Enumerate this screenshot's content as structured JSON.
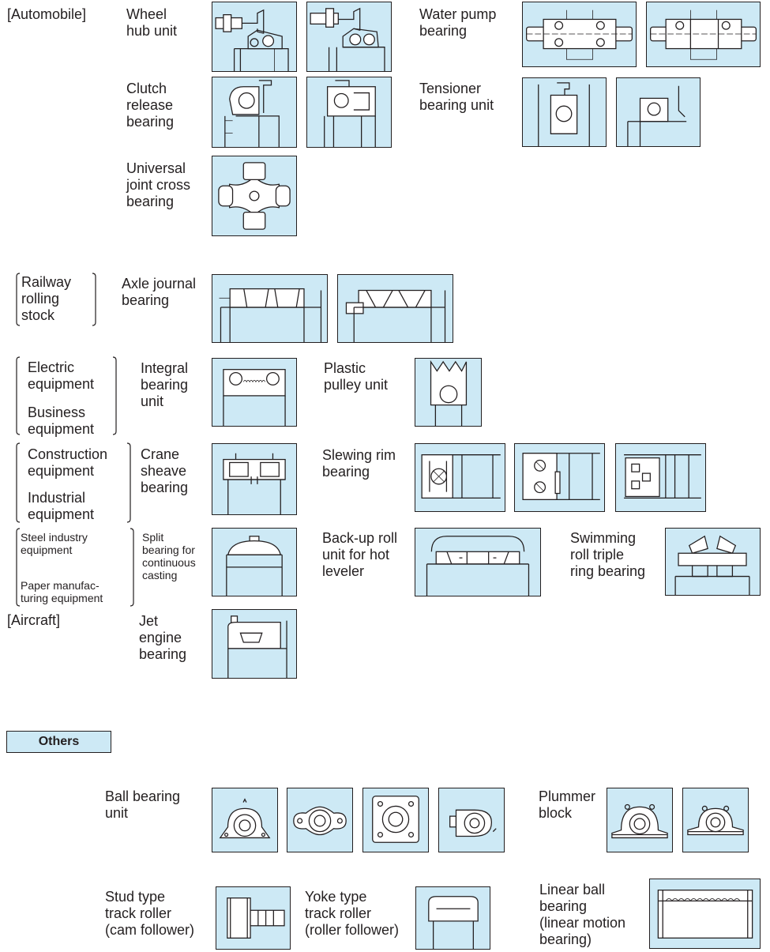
{
  "categories": {
    "automobile": "[Automobile]",
    "railway": "Railway\nrolling\nstock",
    "electric": "Electric\nequipment",
    "business": "Business\nequipment",
    "construction": "Construction\nequipment",
    "industrial": "Industrial\nequipment",
    "steel": "Steel industry\nequipment",
    "paper": "Paper manufac-\nturing equipment",
    "aircraft": "[Aircraft]"
  },
  "items": {
    "wheel_hub": "Wheel\nhub unit",
    "water_pump": "Water pump\nbearing",
    "clutch": "Clutch\nrelease\nbearing",
    "tensioner": "Tensioner\nbearing unit",
    "universal_joint": "Universal\njoint cross\nbearing",
    "axle_journal": "Axle journal\nbearing",
    "integral": "Integral\nbearing\nunit",
    "plastic_pulley": "Plastic\npulley unit",
    "crane_sheave": "Crane\nsheave\nbearing",
    "slewing_rim": "Slewing rim\nbearing",
    "split_bearing": "Split\nbearing for\ncontinuous\ncasting",
    "backup_roll": "Back-up roll\nunit for hot\nleveler",
    "swimming_roll": "Swimming\nroll triple\nring bearing",
    "jet_engine": "Jet\nengine\nbearing"
  },
  "others": {
    "section_label": "Others",
    "ball_bearing_unit": "Ball bearing\nunit",
    "plummer_block": "Plummer\nblock",
    "stud_type": "Stud type\ntrack roller\n(cam follower)",
    "yoke_type": "Yoke type\ntrack roller\n(roller follower)",
    "linear_ball": "Linear ball\nbearing\n(linear motion\nbearing)"
  },
  "colors": {
    "figure_background": "#cde9f5",
    "line": "#231f20",
    "paper": "#ffffff"
  }
}
